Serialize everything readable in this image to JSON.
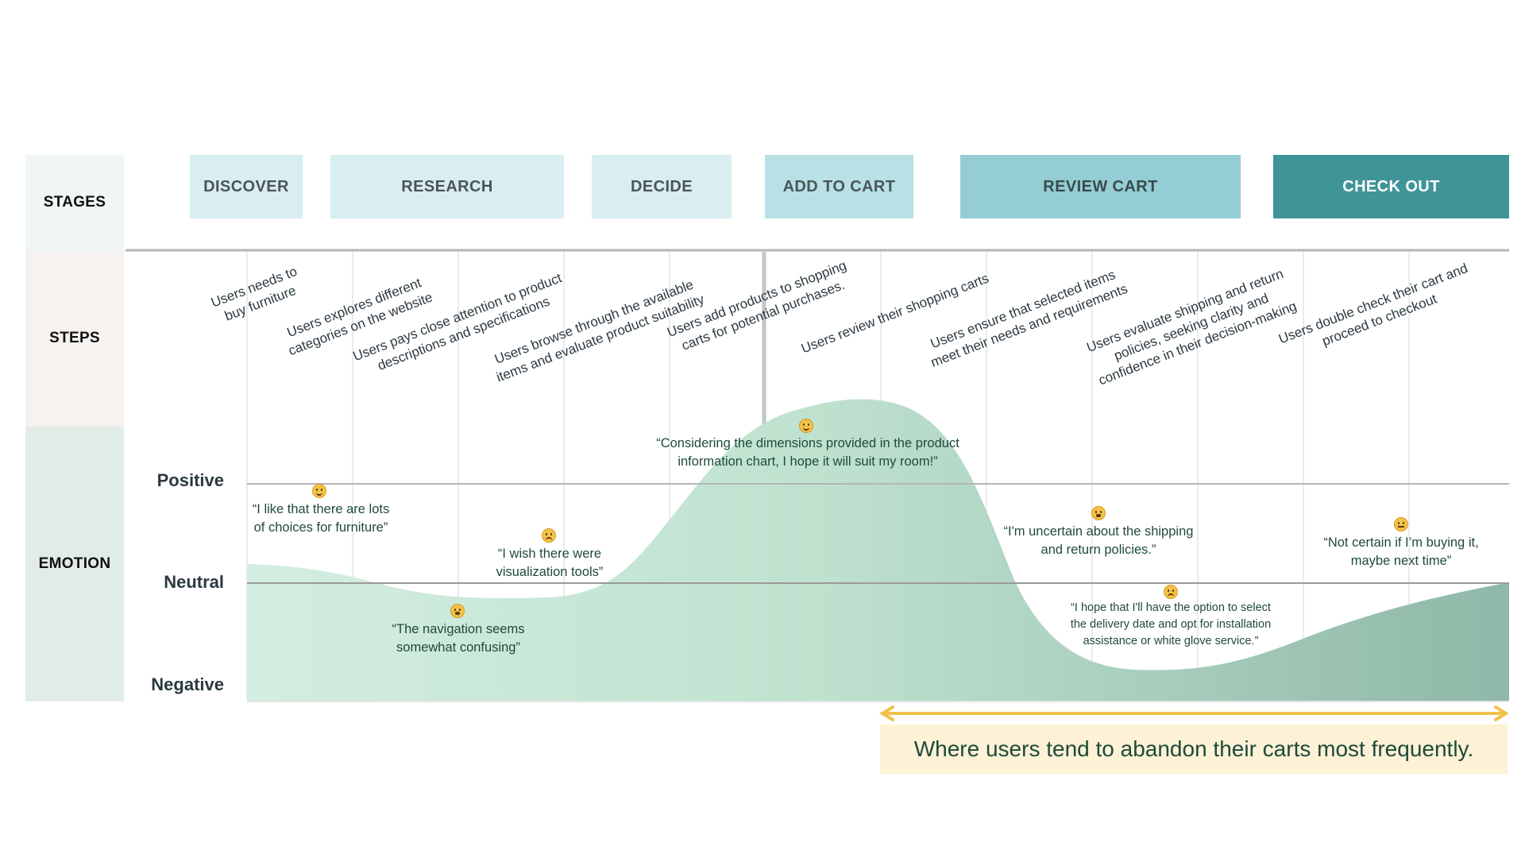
{
  "rows": {
    "stages": "STAGES",
    "steps": "STEPS",
    "emotion": "EMOTION"
  },
  "stages": [
    {
      "label": "DISCOVER",
      "bg": "#d8eef0",
      "fg": "#4b5558"
    },
    {
      "label": "RESEARCH",
      "bg": "#d8eef0",
      "fg": "#4b5558"
    },
    {
      "label": "DECIDE",
      "bg": "#d8eef0",
      "fg": "#4b5558"
    },
    {
      "label": "ADD TO CART",
      "bg": "#b7e1e5",
      "fg": "#4b5558"
    },
    {
      "label": "REVIEW CART",
      "bg": "#94cdd3",
      "fg": "#3a4a4d"
    },
    {
      "label": "CHECK OUT",
      "bg": "#3f9498",
      "fg": "#ffffff"
    }
  ],
  "steps": [
    "Users needs to\nbuy furniture",
    "Users explores different\ncategories on the website",
    "Users pays close attention to product\ndescriptions and specifications",
    "Users browse through the available\nitems and evaluate product suitability",
    "Users add products to shopping\ncarts for potential purchases.",
    "Users review their shopping carts",
    "Users ensure that selected items\nmeet their needs and requirements",
    "Users evaluate shipping and return\npolicies, seeking clarity and\nconfidence in their decision-making",
    "Users double check their cart and\nproceed to checkout"
  ],
  "levels": {
    "positive": "Positive",
    "neutral": "Neutral",
    "negative": "Negative"
  },
  "quotes": [
    {
      "text": "“I like that there are lots\nof choices for furniture”",
      "icon": "slightly-smiling-face-icon"
    },
    {
      "text": "“The navigation seems\nsomewhat confusing”",
      "icon": "weary-face-icon"
    },
    {
      "text": "“I wish there were\nvisualization tools”",
      "icon": "slightly-frowning-face-icon"
    },
    {
      "text": "“Considering the dimensions provided in the product\ninformation chart, I hope it will suit my room!”",
      "icon": "smiling-face-icon"
    },
    {
      "text": "“I'm uncertain about the shipping\nand return policies.”",
      "icon": "weary-face-icon"
    },
    {
      "text": "“I hope that I'll have the option to select\nthe delivery date and opt for installation\nassistance or white glove service.”",
      "icon": "worried-face-icon"
    },
    {
      "text": "“Not certain if I’m buying it,\nmaybe next time”",
      "icon": "neutral-face-icon"
    }
  ],
  "callout": "Where users tend to abandon their carts most frequently.",
  "colors": {
    "curve_light": "#d3eee0",
    "curve_dark": "#8fb8a8",
    "arrow": "#f0c14b",
    "callout_bg": "#fdf1d6"
  }
}
